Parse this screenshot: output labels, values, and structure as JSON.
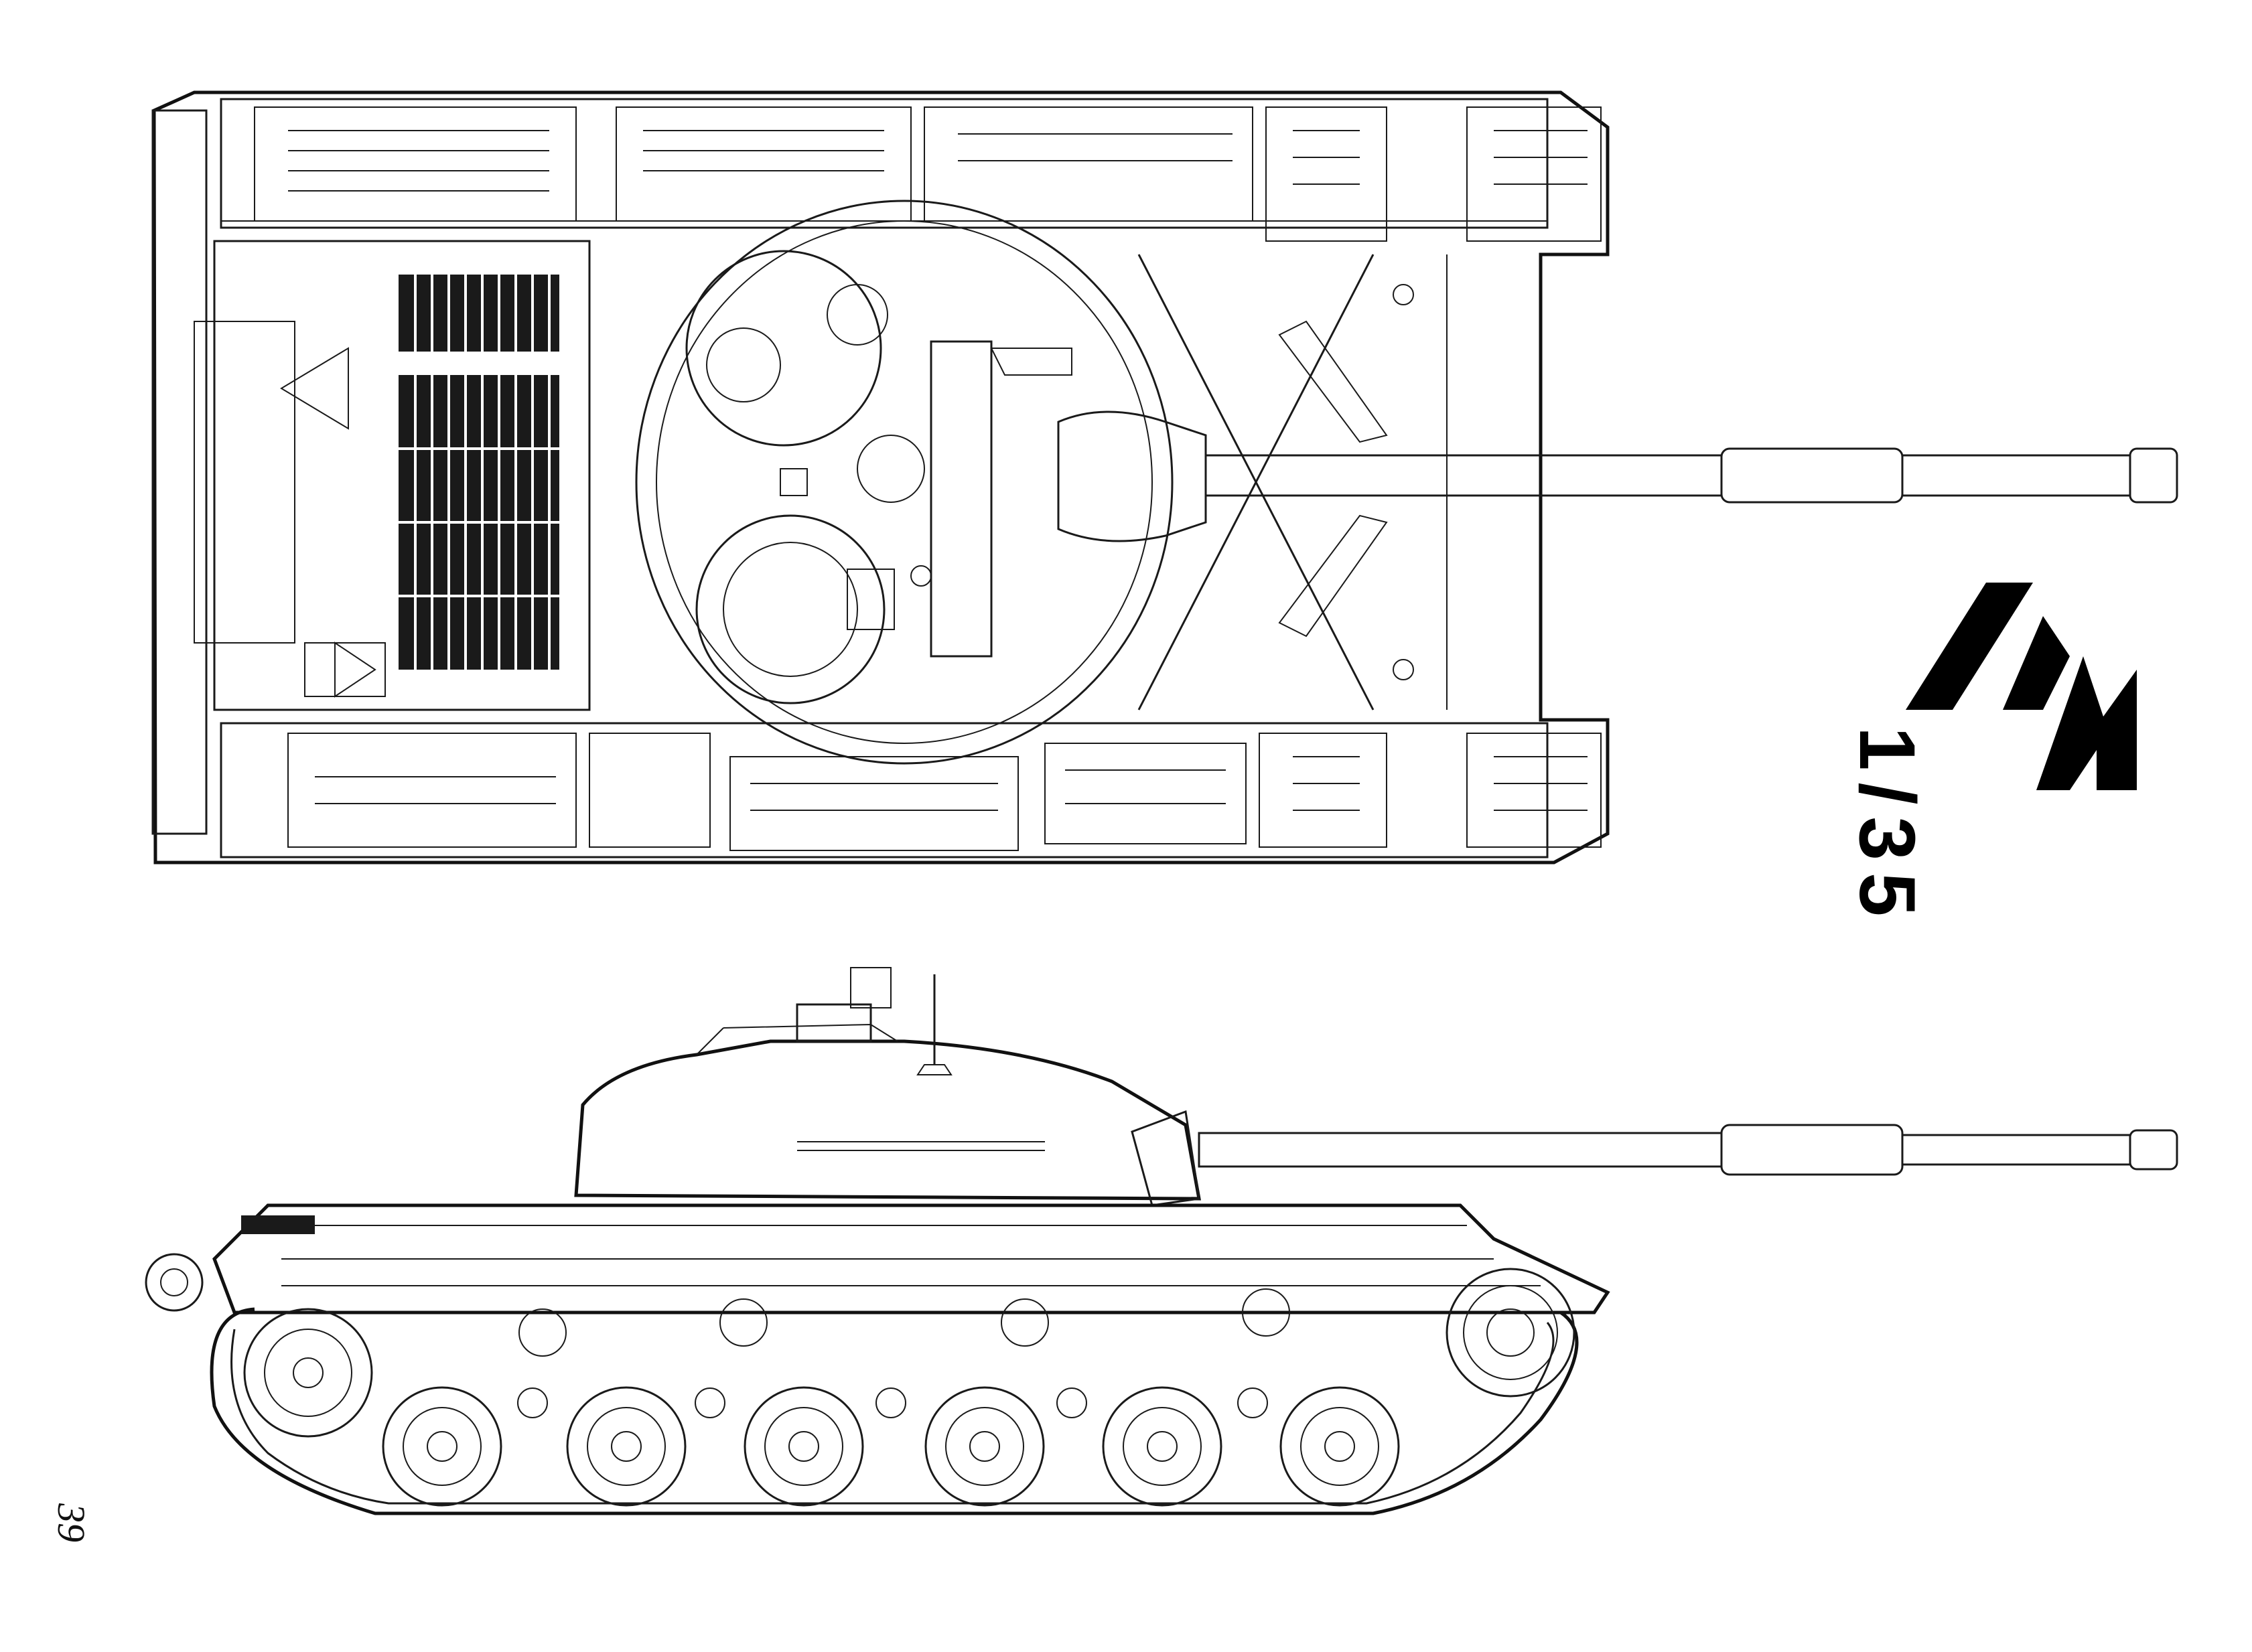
{
  "drawing": {
    "scale_label": "1/35",
    "page_number": "39",
    "views": [
      "top-view",
      "side-view"
    ]
  },
  "logo": {
    "name": "publisher-logo",
    "color": "#000000"
  },
  "colors": {
    "line": "#1a1a1a",
    "background": "#ffffff"
  }
}
